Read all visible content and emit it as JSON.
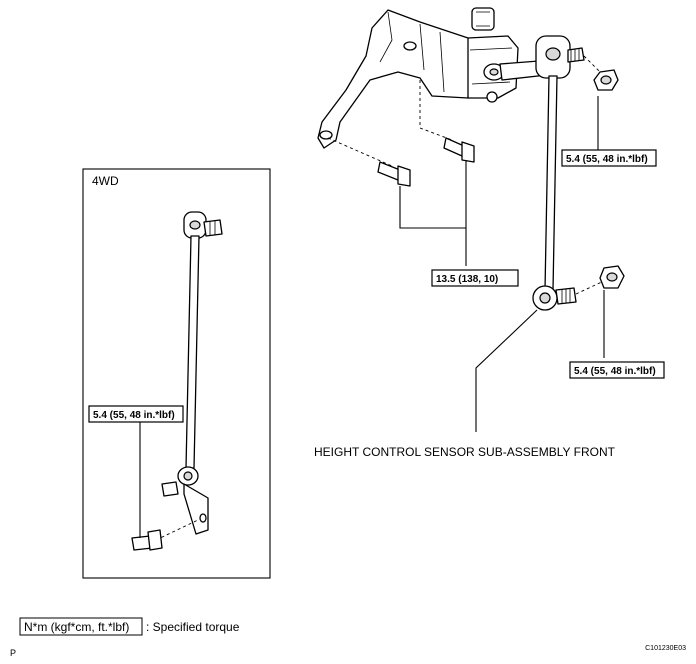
{
  "inset": {
    "title": "4WD"
  },
  "torques": {
    "upper_nut": "5.4 (55, 48 in.*lbf)",
    "bracket_bolts": "13.5 (138, 10)",
    "lower_nut": "5.4 (55, 48 in.*lbf)",
    "inset_bolt": "5.4 (55, 48 in.*lbf)"
  },
  "part_label": "HEIGHT CONTROL SENSOR SUB-ASSEMBLY FRONT",
  "legend": {
    "boxed": "N*m (kgf*cm, ft.*lbf)",
    "text": ": Specified torque"
  },
  "corner_left": "P",
  "figure_code": "C101230E03"
}
